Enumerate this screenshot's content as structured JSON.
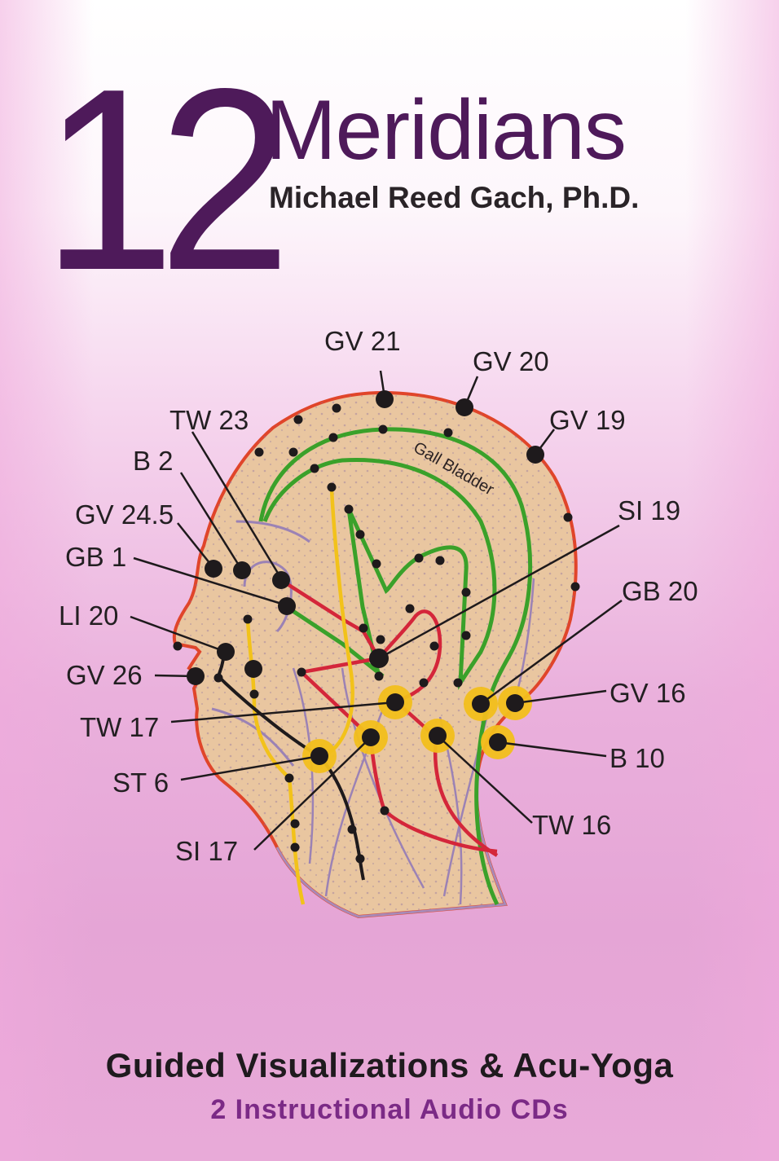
{
  "cover": {
    "number": "12",
    "title": "Meridians",
    "author": "Michael Reed Gach, Ph.D.",
    "subtitle": "Guided Visualizations & Acu-Yoga",
    "tagline": "2 Instructional Audio CDs"
  },
  "colors": {
    "title_purple": "#4e1a5a",
    "tagline_purple": "#7b2a86",
    "skin": "#e9c6a0",
    "governing_vessel_line": "#e0452a",
    "gall_bladder_line": "#3aa12a",
    "triple_warmer_line": "#d4263a",
    "stomach_line": "#f2c21a",
    "highlight_ring": "#f3bf1c"
  },
  "illustration": {
    "meridian_label": "Gall Bladder",
    "points": {
      "gv21": "GV 21",
      "gv20": "GV 20",
      "gv19": "GV 19",
      "tw23": "TW 23",
      "b2": "B 2",
      "gv24_5": "GV 24.5",
      "gb1": "GB 1",
      "li20": "LI 20",
      "gv26": "GV 26",
      "tw17": "TW 17",
      "st6": "ST 6",
      "si17": "SI 17",
      "si19": "SI 19",
      "gb20": "GB 20",
      "gv16": "GV 16",
      "b10": "B 10",
      "tw16": "TW 16"
    }
  }
}
